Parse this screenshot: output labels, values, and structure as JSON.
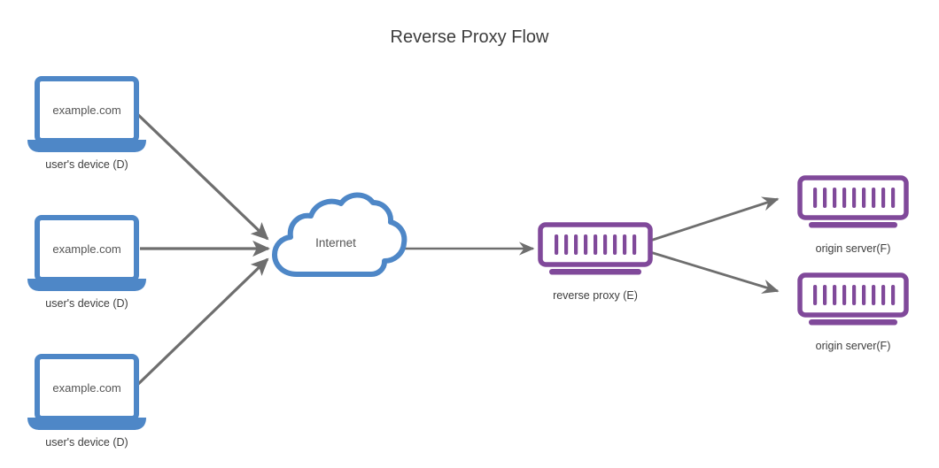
{
  "diagram": {
    "title": "Reverse Proxy Flow",
    "colors": {
      "client_blue": "#4e87c7",
      "server_purple": "#80499a",
      "arrow_gray": "#6e6e6e",
      "text_dark": "#3d3d3d",
      "text_muted": "#555555",
      "background": "#ffffff"
    },
    "clients": [
      {
        "id": "client-top",
        "screen_text": "example.com",
        "label": "user's device (D)",
        "icon": "laptop-icon"
      },
      {
        "id": "client-middle",
        "screen_text": "example.com",
        "label": "user's device (D)",
        "icon": "laptop-icon"
      },
      {
        "id": "client-bottom",
        "screen_text": "example.com",
        "label": "user's device (D)",
        "icon": "laptop-icon"
      }
    ],
    "internet": {
      "id": "internet-cloud",
      "label": "Internet",
      "icon": "cloud-icon"
    },
    "proxy": {
      "id": "reverse-proxy",
      "label": "reverse proxy (E)",
      "icon": "server-icon",
      "bar_count": 9
    },
    "origins": [
      {
        "id": "origin-top",
        "label": "origin server(F)",
        "icon": "server-icon",
        "bar_count": 9
      },
      {
        "id": "origin-bottom",
        "label": "origin server(F)",
        "icon": "server-icon",
        "bar_count": 9
      }
    ],
    "connections": [
      {
        "id": "conn-client-top-to-internet",
        "from": "client-top",
        "to": "internet-cloud",
        "style": "solid-arrow"
      },
      {
        "id": "conn-client-middle-to-internet",
        "from": "client-middle",
        "to": "internet-cloud",
        "style": "solid-arrow"
      },
      {
        "id": "conn-client-bottom-to-internet",
        "from": "client-bottom",
        "to": "internet-cloud",
        "style": "solid-arrow"
      },
      {
        "id": "conn-internet-to-proxy",
        "from": "internet-cloud",
        "to": "reverse-proxy",
        "style": "solid-arrow"
      },
      {
        "id": "conn-proxy-to-origin-top",
        "from": "reverse-proxy",
        "to": "origin-top",
        "style": "solid-arrow"
      },
      {
        "id": "conn-proxy-to-origin-bottom",
        "from": "reverse-proxy",
        "to": "origin-bottom",
        "style": "solid-arrow"
      }
    ]
  }
}
